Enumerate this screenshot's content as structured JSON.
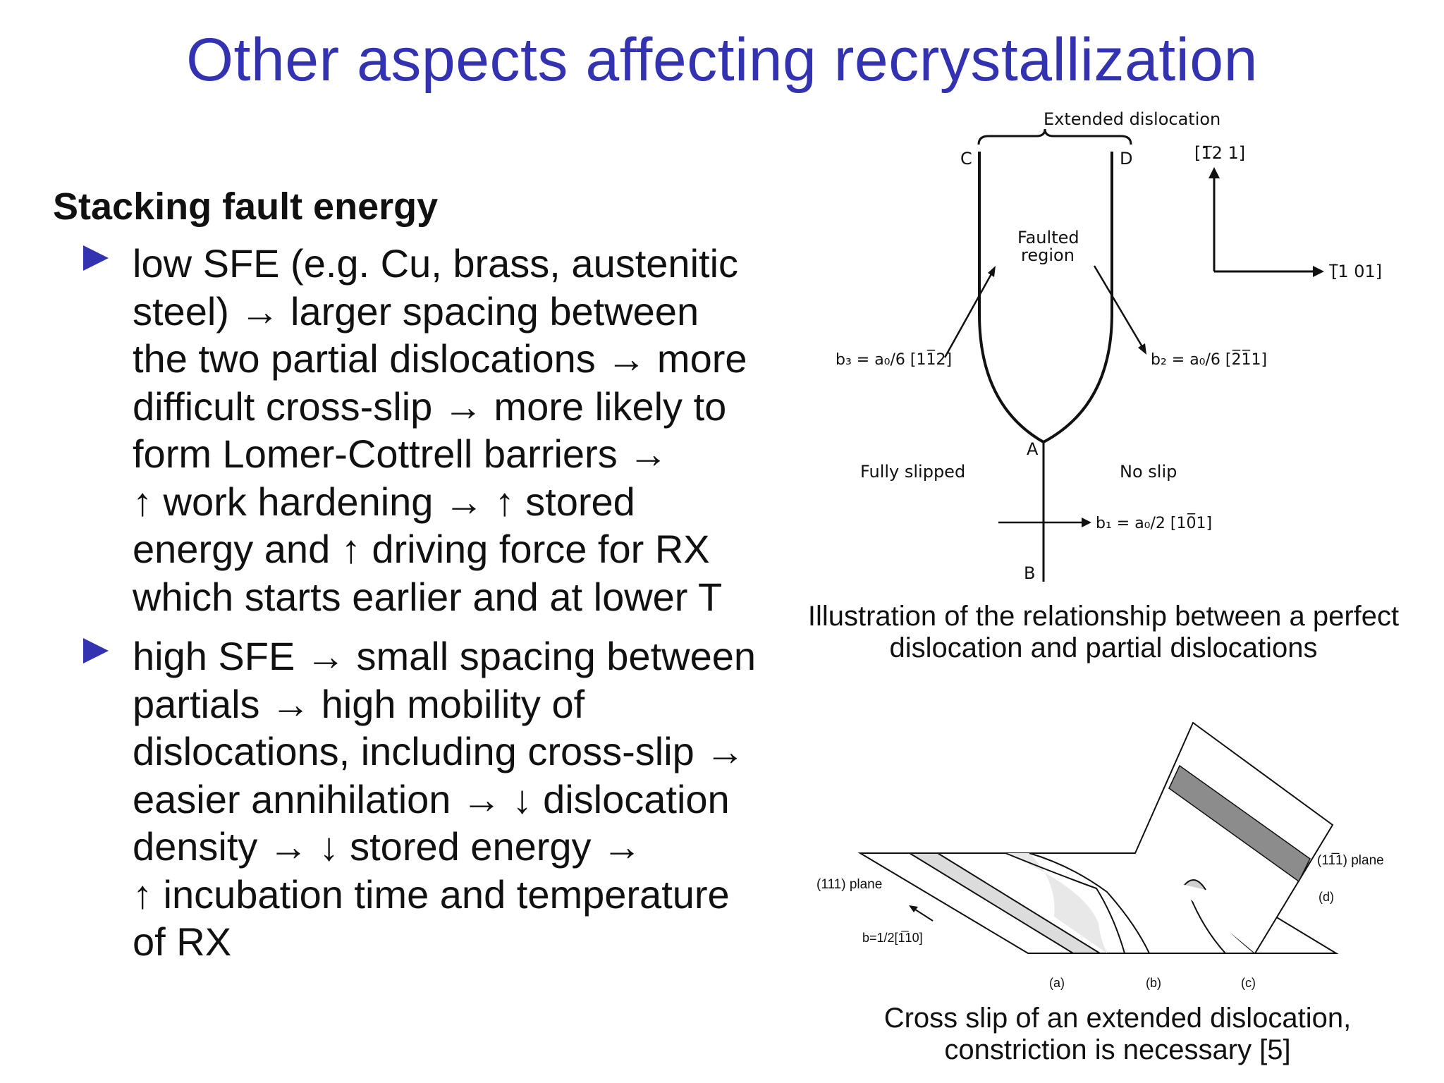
{
  "title": "Other aspects affecting recrystallization",
  "section_heading": "Stacking fault energy",
  "bullets": [
    {
      "lines": [
        "low SFE (e.g. Cu, brass, austenitic",
        "steel) → larger spacing between",
        "the two partial dislocations → more",
        "difficult cross-slip → more likely to",
        "form Lomer-Cottrell barriers →",
        "↑ work hardening → ↑ stored",
        "energy and ↑ driving force for RX",
        "which starts earlier and at lower T"
      ]
    },
    {
      "lines": [
        "high SFE → small spacing between",
        "partials → high mobility of",
        "dislocations, including cross-slip →",
        "easier annihilation → ↓ dislocation",
        "density → ↓ stored energy →",
        "↑ incubation time and temperature",
        "of RX"
      ]
    }
  ],
  "figure1": {
    "top_label": "Extended dislocation",
    "label_c": "C",
    "label_d": "D",
    "label_a": "A",
    "label_b": "B",
    "faulted_line1": "Faulted",
    "faulted_line2": "region",
    "dir_up": "[1̅2 1]",
    "dir_right": "[̅1 01]",
    "b3_label": "b₃ = a₀/6 [11̅2]",
    "b2_label": "b₂ = a₀/6 [2̅1̅1]",
    "b1_label": "b₁ = a₀/2 [10̅1]",
    "fully_slipped": "Fully slipped",
    "no_slip": "No slip",
    "caption": [
      "Illustration of the relationship between a perfect",
      "dislocation and partial dislocations"
    ]
  },
  "figure2": {
    "plane_111": "(111) plane",
    "plane_11m1": "(11̅1) plane",
    "burgers": "b=1/2[1̅10]",
    "label_a": "(a)",
    "label_b": "(b)",
    "label_c": "(c)",
    "label_d": "(d)",
    "caption": [
      "Cross slip of an extended dislocation,",
      "constriction is necessary [5]"
    ]
  }
}
